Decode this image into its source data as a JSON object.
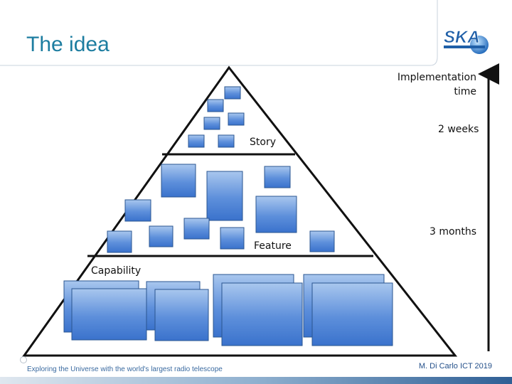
{
  "slide": {
    "title": "The idea",
    "labels": {
      "implementation_time": "Implementation\ntime",
      "two_weeks": "2 weeks",
      "three_months": "3 months",
      "story": "Story",
      "feature": "Feature",
      "capability": "Capability"
    },
    "footer": {
      "tagline": "Exploring the Universe with the world's largest radio telescope",
      "credit": "M. Di Carlo ICT 2019"
    },
    "logo_text": "SKA"
  },
  "colors": {
    "title": "#1d7da0",
    "box_fill_top": "#a8c6ee",
    "box_fill_bottom": "#3f78d0",
    "box_stroke": "#2a5590",
    "footer_text": "#3a6aa0"
  }
}
